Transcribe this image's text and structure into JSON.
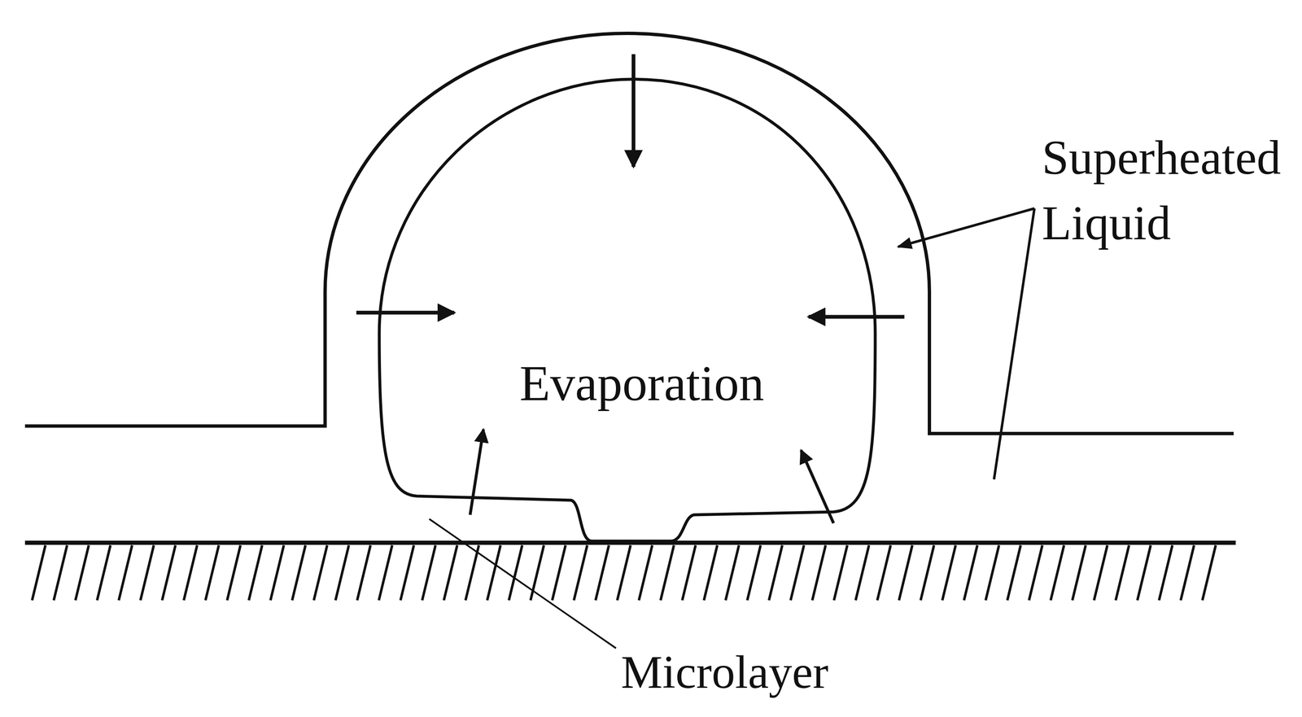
{
  "diagram": {
    "labels": [
      "Superheated Liquid",
      "Evaporation",
      "Microlayer"
    ]
  }
}
